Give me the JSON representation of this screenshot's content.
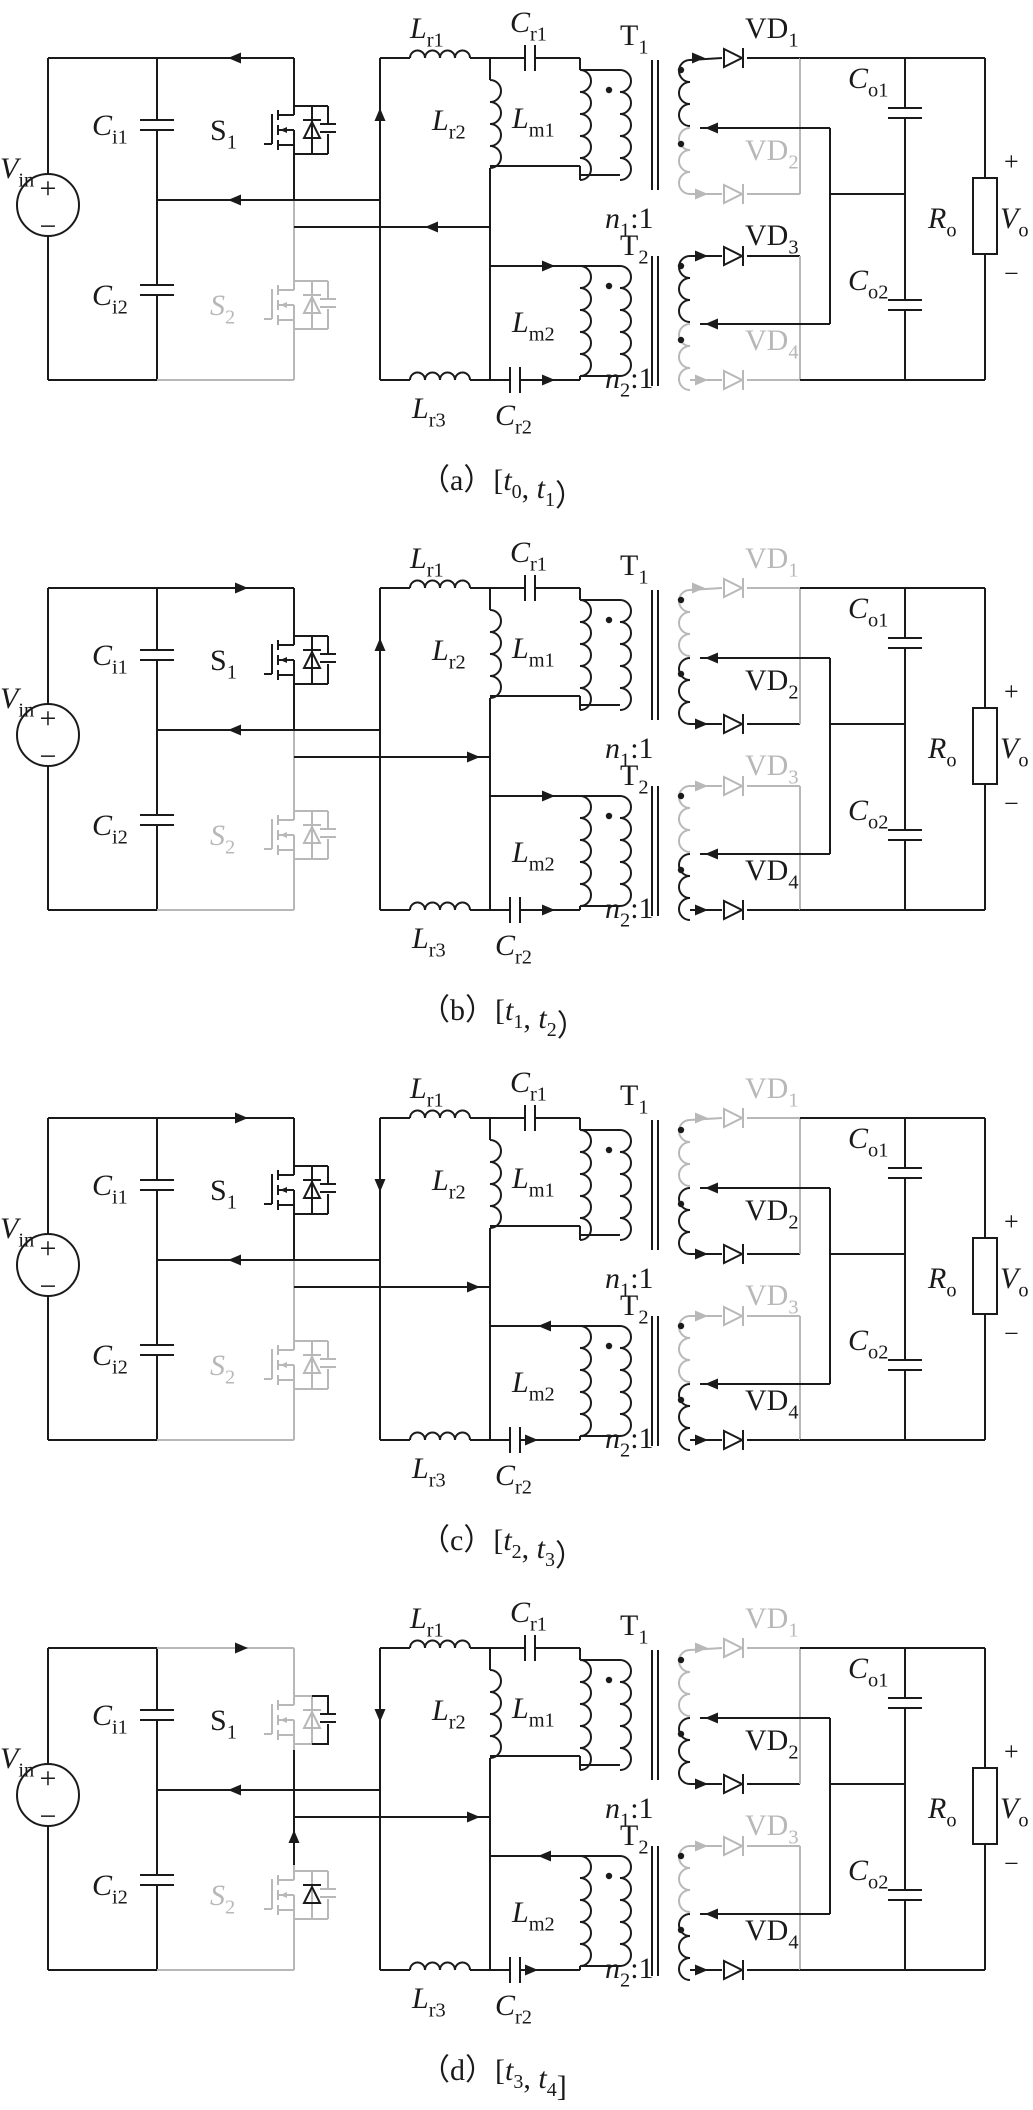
{
  "labels": {
    "Lr1": {
      "main": "L",
      "sub": "r1"
    },
    "Cr1": {
      "main": "C",
      "sub": "r1"
    },
    "T1": {
      "main": "T",
      "sub": "1"
    },
    "VD1": {
      "main": "VD",
      "sub": "1"
    },
    "VD2": {
      "main": "VD",
      "sub": "2"
    },
    "Co1": {
      "main": "C",
      "sub": "o1"
    },
    "Ci1": {
      "main": "C",
      "sub": "i1"
    },
    "S1": {
      "main": "S",
      "sub": "1"
    },
    "Lr2": {
      "main": "L",
      "sub": "r2"
    },
    "Lm1": {
      "main": "L",
      "sub": "m1"
    },
    "Vin": {
      "main": "V",
      "sub": "in"
    },
    "Ro": {
      "main": "R",
      "sub": "o"
    },
    "Vo": {
      "main": "V",
      "sub": "o"
    },
    "n1": {
      "main": "n",
      "sub": "1",
      "tail": ":1"
    },
    "T2": {
      "main": "T",
      "sub": "2"
    },
    "VD3": {
      "main": "VD",
      "sub": "3"
    },
    "VD4": {
      "main": "VD",
      "sub": "4"
    },
    "Co2": {
      "main": "C",
      "sub": "o2"
    },
    "Ci2": {
      "main": "C",
      "sub": "i2"
    },
    "S2": {
      "main": "S",
      "sub": "2"
    },
    "Lm2": {
      "main": "L",
      "sub": "m2"
    },
    "n2": {
      "main": "n",
      "sub": "2",
      "tail": ":1"
    },
    "Lr3": {
      "main": "L",
      "sub": "r3"
    },
    "Cr2": {
      "main": "C",
      "sub": "r2"
    },
    "plus": "+",
    "minus": "−"
  },
  "panels": [
    {
      "id": "a",
      "caption": {
        "pre": "（a）",
        "open": "[",
        "v1": "t",
        "s1": "0",
        "mid": ", ",
        "v2": "t",
        "s2": "1",
        "close": "）"
      },
      "active": {
        "S1": true,
        "S2": false,
        "VD1": true,
        "VD2": false,
        "VD3": true,
        "VD4": false
      },
      "S1cap": false,
      "S2diode": false,
      "arrows": {
        "left": "left",
        "mid": "left",
        "lr": "up",
        "lower": "left",
        "center": "left",
        "t2top": "right"
      }
    },
    {
      "id": "b",
      "caption": {
        "pre": "（b）",
        "open": "[",
        "v1": "t",
        "s1": "1",
        "mid": ", ",
        "v2": "t",
        "s2": "2",
        "close": "）"
      },
      "active": {
        "S1": true,
        "S2": false,
        "VD1": false,
        "VD2": true,
        "VD3": false,
        "VD4": true
      },
      "S1cap": false,
      "S2diode": false,
      "arrows": {
        "left": "right",
        "mid": "left",
        "lr": "up",
        "lower": "right",
        "center": "",
        "t2top": "right"
      }
    },
    {
      "id": "c",
      "caption": {
        "pre": "（c）",
        "open": "[",
        "v1": "t",
        "s1": "2",
        "mid": ", ",
        "v2": "t",
        "s2": "3",
        "close": "）"
      },
      "active": {
        "S1": true,
        "S2": false,
        "VD1": false,
        "VD2": true,
        "VD3": false,
        "VD4": true
      },
      "S1cap": false,
      "S2diode": false,
      "arrows": {
        "left": "right",
        "mid": "left",
        "lr": "down",
        "lower": "right",
        "center": "",
        "t2top": "left"
      }
    },
    {
      "id": "d",
      "caption": {
        "pre": "（d）",
        "open": "[",
        "v1": "t",
        "s1": "3",
        "mid": ", ",
        "v2": "t",
        "s2": "4",
        "close": "]"
      },
      "active": {
        "S1": false,
        "S2": false,
        "VD1": false,
        "VD2": true,
        "VD3": false,
        "VD4": true
      },
      "S1cap": true,
      "S2diode": true,
      "arrows": {
        "left": "right",
        "mid": "left",
        "lr": "down",
        "lower": "right",
        "center": "",
        "t2top": "left"
      }
    }
  ]
}
